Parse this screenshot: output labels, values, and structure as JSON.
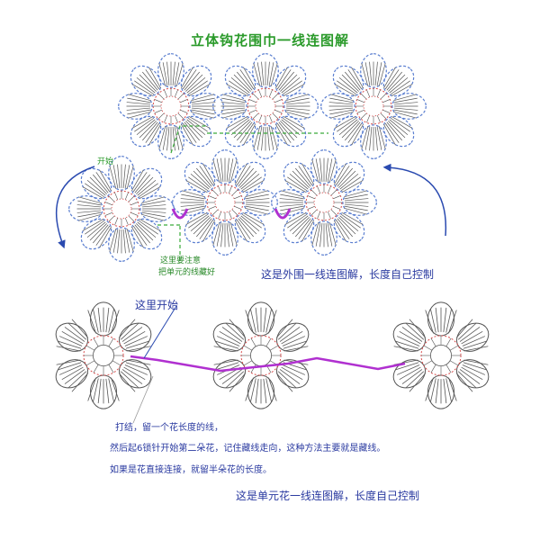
{
  "title": "立体钩花围巾一线连图解",
  "labels": {
    "start_top": "开始",
    "note_line1": "这里要注意",
    "note_line2": "把单元的线藏好",
    "caption_outer": "这是外围一线连图解，长度自己控制",
    "start_unit": "这里开始",
    "step1": "打结，留一个花长度的线，",
    "step2": "然后起6锁针开始第二朵花，记住藏线走向，这种方法主要就是藏线。",
    "step3": "如果是花直接连接，就留半朵花的长度。",
    "caption_unit": "这是单元花一线连图解，长度自己控制"
  },
  "colors": {
    "title": "#2a9a2a",
    "text_blue": "#2a3aa0",
    "petal_blue": "#5a7ed0",
    "stitch_gray": "#555555",
    "chain_red": "#d84a4a",
    "yarn_purple": "#b030d0",
    "guide_green": "#3aaa3a",
    "arrow_blue": "#2a4ab0"
  }
}
